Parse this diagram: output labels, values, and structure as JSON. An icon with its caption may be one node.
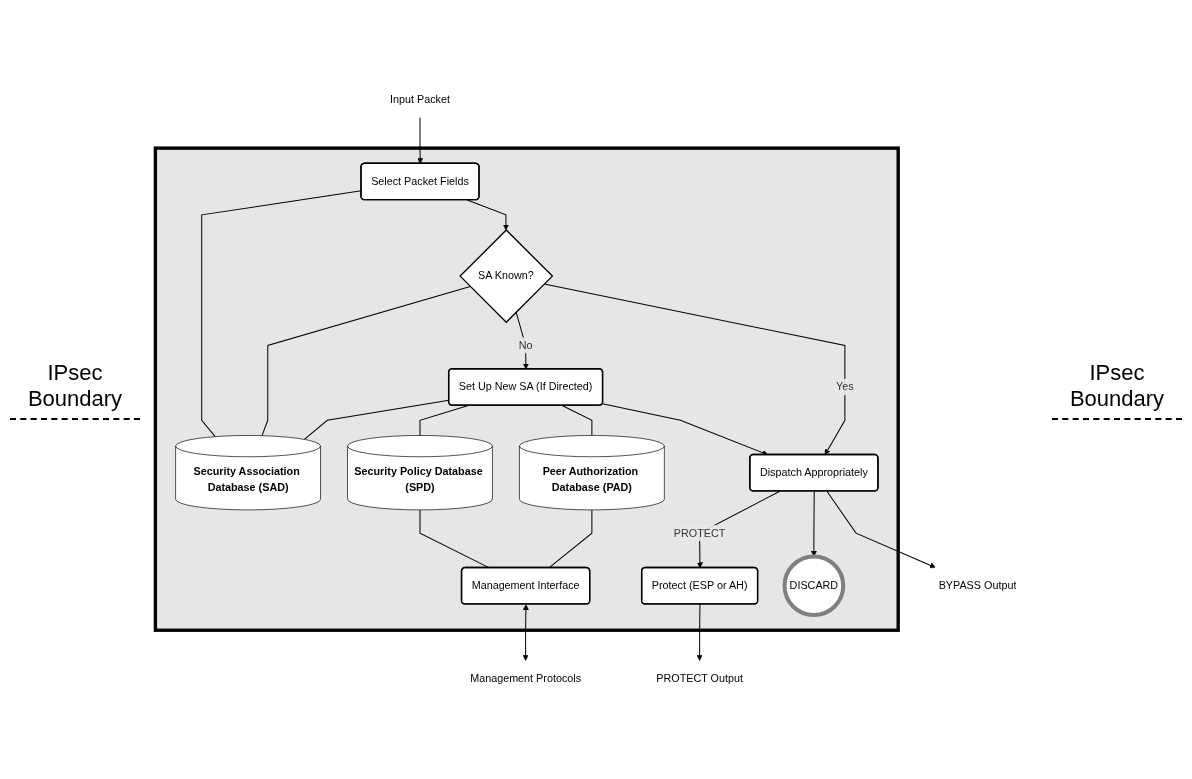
{
  "diagram": {
    "nodes": [
      {
        "text": [],
        "shape": "box"
      },
      {
        "text": [
          "Input Packet"
        ]
      },
      {
        "text": [
          "Select Packet Fields"
        ],
        "in": 0
      },
      {
        "text": [
          "Security Association Database (SAD)"
        ],
        "in": 0
      },
      {
        "text": [
          "Security Policy Database (SPD)"
        ],
        "in": 0
      },
      {
        "text": [
          "Management Interface"
        ],
        "in": 0
      },
      {
        "text": [
          "Management Protocols"
        ]
      },
      {
        "text": [
          "SA Known?"
        ],
        "in": 0
      },
      {
        "text": [
          "Set Up New SA (If Directed)"
        ],
        "in": 0
      },
      {
        "text": [
          "Peer Authorization Database (PAD)"
        ],
        "in": 0
      },
      {
        "text": [
          "Dispatch Appropriately"
        ],
        "in": 0
      },
      {
        "text": [
          "Protect (ESP or AH)"
        ],
        "in": 0
      },
      {
        "text": [
          "DISCARD"
        ],
        "in": 0
      },
      {
        "text": [
          "BYPASS Output"
        ]
      },
      {
        "text": [
          "PROTECT Output"
        ]
      }
    ],
    "edges": [
      {
        "from": 1,
        "to": 2,
        "arrow": "to"
      },
      {
        "from": 2,
        "to": 3,
        "arrow": "none"
      },
      {
        "from": 4,
        "to": 5,
        "arrow": "none"
      },
      {
        "from": 5,
        "to": 6,
        "arrow": "both"
      },
      {
        "from": 2,
        "to": 7,
        "arrow": "to"
      },
      {
        "from": 7,
        "to": 3,
        "arrow": "none"
      },
      {
        "from": 8,
        "to": 3,
        "arrow": "none"
      },
      {
        "from": 8,
        "to": 4,
        "arrow": "none"
      },
      {
        "from": 7,
        "to": 8,
        "label": "No",
        "arrow": "to"
      },
      {
        "from": 8,
        "to": 9,
        "arrow": "none"
      },
      {
        "from": 9,
        "to": 5,
        "arrow": "none"
      },
      {
        "from": 8,
        "to": 10,
        "arrow": "to"
      },
      {
        "from": 7,
        "to": 10,
        "label": "Yes",
        "arrow": "to"
      },
      {
        "from": 10,
        "to": 11,
        "label": "PROTECT",
        "arrow": "to"
      },
      {
        "from": 10,
        "to": 12,
        "arrow": "to"
      },
      {
        "from": 10,
        "to": 13,
        "arrow": "to"
      },
      {
        "from": 11,
        "to": 14,
        "arrow": "to"
      }
    ],
    "labels": [
      "IPsec Boundary",
      "IPsec Boundary"
    ]
  }
}
